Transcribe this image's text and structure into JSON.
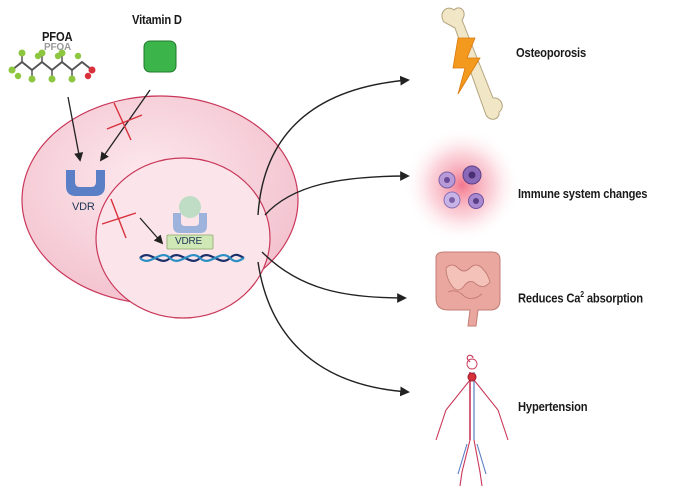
{
  "labels": {
    "pfoa": "PFOA",
    "pfoa_struct": "PFOA",
    "vitamin_d": "Vitamin D",
    "vdr": "VDR",
    "vdre": "VDRE",
    "osteoporosis": "Osteoporosis",
    "immune": "Immune system changes",
    "reduces_prefix": "Reduces Ca",
    "reduces_sup": "2",
    "reduces_suffix": " absorption",
    "hypertension": "Hypertension"
  },
  "colors": {
    "cell_outer": "#f6d4dc",
    "cell_inner": "#fbe6eb",
    "cell_stroke": "#c9385a",
    "receptor": "#5b7fc6",
    "vitamin_green": "#3bb54a",
    "inhibit_red": "#d8313c",
    "bolt_orange": "#f39a1e",
    "arrow": "#222222"
  },
  "icons": [
    "bone-icon",
    "immune-cells-icon",
    "intestine-icon",
    "circulatory-system-icon",
    "dna-icon",
    "pfoa-molecule-icon"
  ]
}
